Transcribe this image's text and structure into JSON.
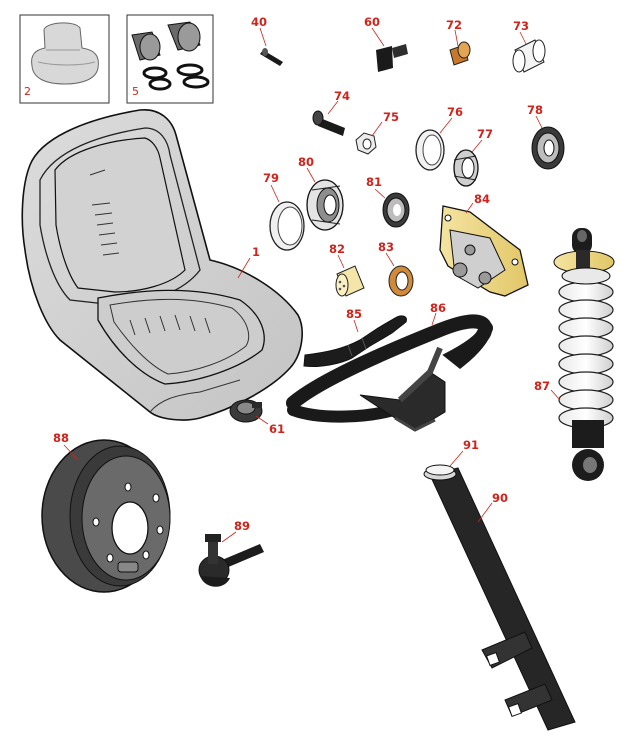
{
  "insets": [
    {
      "id": "seat-cover",
      "label": "2"
    },
    {
      "id": "bushing-kit",
      "label": "5"
    }
  ],
  "callouts": [
    {
      "id": "seat",
      "label": "1"
    },
    {
      "id": "bolt-small",
      "label": "40"
    },
    {
      "id": "sensor",
      "label": "60"
    },
    {
      "id": "bushing-flanged",
      "label": "72"
    },
    {
      "id": "sleeve-bearing",
      "label": "73"
    },
    {
      "id": "bolt",
      "label": "74"
    },
    {
      "id": "nut",
      "label": "75"
    },
    {
      "id": "race",
      "label": "76"
    },
    {
      "id": "roller-bearing-small",
      "label": "77"
    },
    {
      "id": "ball-bearing",
      "label": "78"
    },
    {
      "id": "seal-ring",
      "label": "79"
    },
    {
      "id": "tapered-bearing",
      "label": "80"
    },
    {
      "id": "bearing-81",
      "label": "81"
    },
    {
      "id": "steering-wheel",
      "label": "82"
    },
    {
      "id": "wheel-cover",
      "label": "83"
    },
    {
      "id": "bushing-84",
      "label": "84"
    },
    {
      "id": "washer",
      "label": "85"
    },
    {
      "id": "caliper",
      "label": "86"
    },
    {
      "id": "shock-absorber",
      "label": "87"
    },
    {
      "id": "brake-drum",
      "label": "88"
    },
    {
      "id": "tie-rod-end",
      "label": "89"
    },
    {
      "id": "steering-column",
      "label": "90"
    },
    {
      "id": "column-ring",
      "label": "91"
    },
    {
      "id": "seat-switch",
      "label": "61"
    }
  ]
}
